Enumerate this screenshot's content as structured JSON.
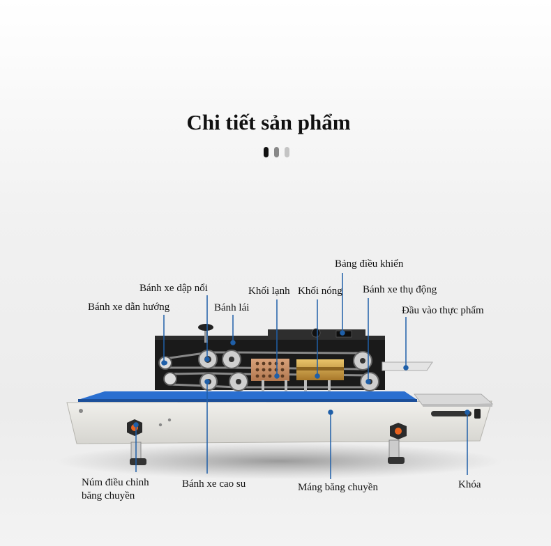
{
  "heading": {
    "title": "Chi tiết sản phẩm"
  },
  "pager": {
    "colors": [
      "#111111",
      "#888888",
      "#c4c4c4"
    ]
  },
  "labels": {
    "control_panel": "Bảng điều khiển",
    "embossing_wheel": "Bánh xe dập nổi",
    "cold_block": "Khối lạnh",
    "hot_block": "Khối nóng",
    "passive_wheel": "Bánh xe thụ động",
    "guide_wheel": "Bánh xe dẫn hướng",
    "drive_wheel": "Bánh lái",
    "product_inlet": "Đầu vào thực phẩm",
    "conveyor_knob_line1": "Núm điều chỉnh",
    "conveyor_knob_line2": "băng chuyền",
    "rubber_wheel": "Bánh xe cao su",
    "conveyor_trough": "Máng băng chuyền",
    "lock": "Khóa"
  },
  "colors": {
    "accent_blue": "#1f5fa8",
    "belt_blue": "#2a6fd0",
    "body_grey": "#e7e6e2",
    "panel_black": "#1a1a1a",
    "knob_orange": "#e8621e",
    "brass": "#c99a3c"
  }
}
